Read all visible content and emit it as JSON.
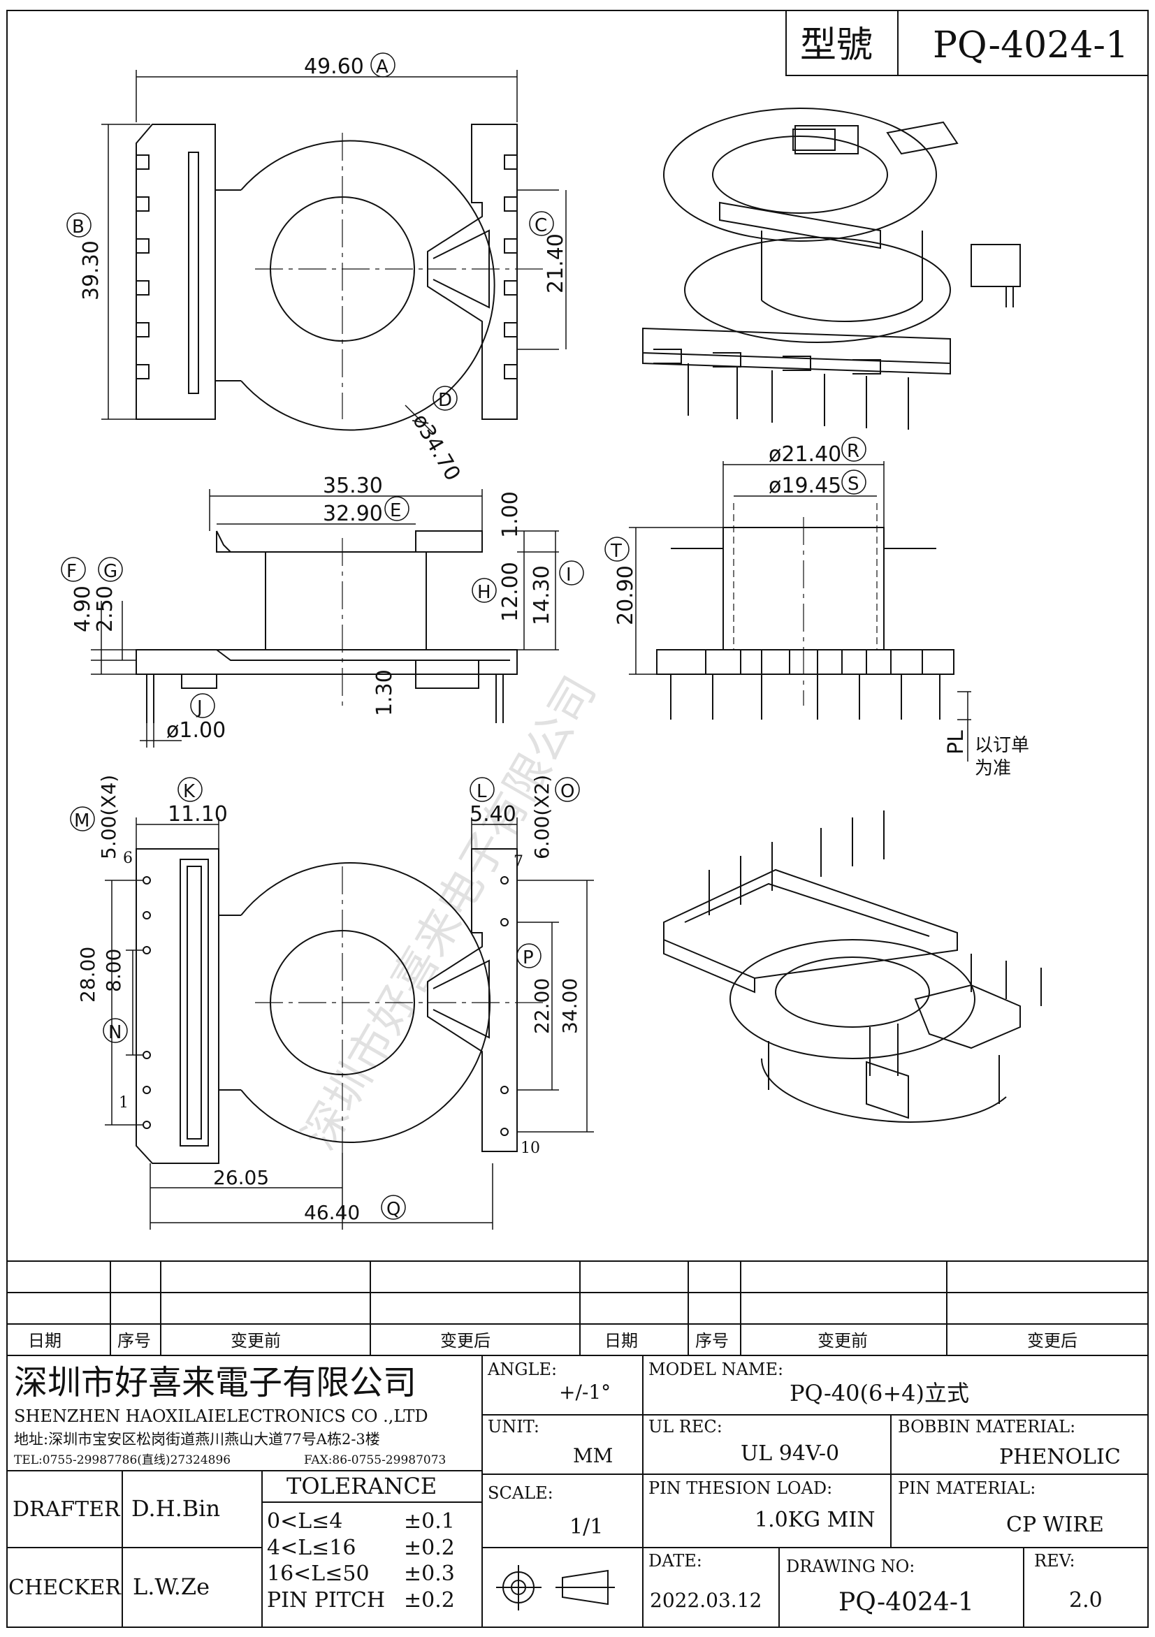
{
  "title_box": {
    "label": "型號",
    "part_no": "PQ-4024-1"
  },
  "dimensions": {
    "A": {
      "letter": "A",
      "value": "49.60"
    },
    "B": {
      "letter": "B",
      "value": "39.30"
    },
    "C": {
      "letter": "C",
      "value": "21.40"
    },
    "D": {
      "letter": "D",
      "value": "ø34.70"
    },
    "E": {
      "letter": "E",
      "value": "32.90",
      "outer": "35.30"
    },
    "F": {
      "letter": "F",
      "value": "4.90"
    },
    "G": {
      "letter": "G",
      "value": "2.50"
    },
    "H": {
      "letter": "H",
      "value": "12.00"
    },
    "I": {
      "letter": "I",
      "value": "14.30"
    },
    "J": {
      "letter": "J",
      "value": "ø1.00",
      "extra": "1.30",
      "top": "1.00"
    },
    "K": {
      "letter": "K",
      "value": "11.10"
    },
    "L": {
      "letter": "L",
      "value": "5.40"
    },
    "M": {
      "letter": "M",
      "value": "5.00(X4)"
    },
    "N": {
      "letter": "N",
      "value": "8.00",
      "outer": "28.00"
    },
    "O": {
      "letter": "O",
      "value": "6.00(X2)"
    },
    "P": {
      "letter": "P",
      "value": "22.00",
      "outer": "34.00"
    },
    "Q": {
      "letter": "Q",
      "value": "46.40",
      "inner": "26.05"
    },
    "R": {
      "letter": "R",
      "value": "ø21.40"
    },
    "S": {
      "letter": "S",
      "value": "ø19.45"
    },
    "T": {
      "letter": "T",
      "value": "20.90"
    }
  },
  "pin_numbers": {
    "p1": "1",
    "p6": "6",
    "p7": "7",
    "p10": "10"
  },
  "pl_note": {
    "label": "PL",
    "line1": "以订单",
    "line2": "为准"
  },
  "revision_table": {
    "headers": [
      "日期",
      "序号",
      "变更前",
      "变更后",
      "日期",
      "序号",
      "变更前",
      "变更后"
    ]
  },
  "company": {
    "name_cn": "深圳市好喜来電子有限公司",
    "name_en": "SHENZHEN HAOXILAIELECTRONICS CO .,LTD",
    "address": "地址:深圳市宝安区松岗街道燕川燕山大道77号A栋2-3楼",
    "tel": "TEL:0755-29987786(直线)27324896",
    "fax": "FAX:86-0755-29987073"
  },
  "title_block": {
    "angle_label": "ANGLE:",
    "angle_value": "+/-1°",
    "model_label": "MODEL NAME:",
    "model_value": "PQ-40(6+4)立式",
    "unit_label": "UNIT:",
    "unit_value": "MM",
    "ul_label": "UL REC:",
    "ul_value": "UL 94V-0",
    "bobbin_label": "BOBBIN MATERIAL:",
    "bobbin_value": "PHENOLIC",
    "scale_label": "SCALE:",
    "scale_value": "1/1",
    "pin_load_label": "PIN THESION LOAD:",
    "pin_load_value": "1.0KG MIN",
    "pin_mat_label": "PIN MATERIAL:",
    "pin_mat_value": "CP   WIRE",
    "date_label": "DATE:",
    "date_value": "2022.03.12",
    "drawing_label": "DRAWING NO:",
    "drawing_value": "PQ-4024-1",
    "rev_label": "REV:",
    "rev_value": "2.0",
    "drafter_label": "DRAFTER",
    "drafter_value": "D.H.Bin",
    "checker_label": "CHECKER",
    "checker_value": "L.W.Ze",
    "tolerance_title": "TOLERANCE",
    "tolerance_rows": [
      {
        "range": "0<L≤4",
        "value": "±0.1"
      },
      {
        "range": "4<L≤16",
        "value": "±0.2"
      },
      {
        "range": "16<L≤50",
        "value": "±0.3"
      },
      {
        "range": "PIN PITCH",
        "value": "±0.2"
      }
    ]
  },
  "watermark": "深圳市好喜来电子有限公司",
  "colors": {
    "ink": "#111111",
    "paper": "#ffffff"
  }
}
